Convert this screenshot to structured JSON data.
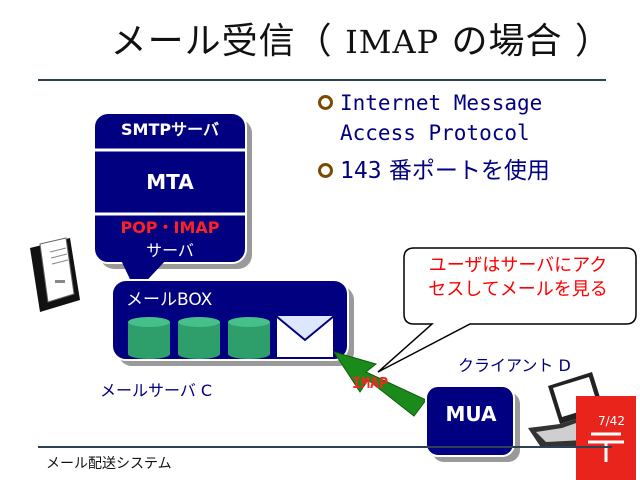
{
  "slide": {
    "title_prefix": "メール受信（ ",
    "title_protocol": "IMAP",
    "title_suffix": " の場合 ）",
    "footer": "メール配送システム",
    "page": "7/42"
  },
  "bullets": [
    {
      "line1": "Internet Message",
      "line2": "Access Protocol"
    },
    {
      "port": "143",
      "text": " 番ポートを使用"
    }
  ],
  "server": {
    "smtp_label": "SMTPサーバ",
    "mta_label": "MTA",
    "pop_imap_label": "POP・IMAP",
    "pop_imap_sub": "サーバ",
    "mailbox_label": "メールBOX",
    "mail_server_label": "メールサーバ C"
  },
  "client": {
    "client_label": "クライアント D",
    "mua_label": "MUA",
    "protocol_label": "IMAP"
  },
  "callout": {
    "line1": "ユーザはサーバにアク",
    "line2": "セスしてメールを見る"
  },
  "colors": {
    "navy": "#000080",
    "shadow": "#9a9a9a",
    "accent_red": "#ff0000",
    "arrow_green": "#1a8a1a",
    "cylinder_green": "#2e9e6a",
    "postbox_red": "#e8241c"
  },
  "icons": [
    "server-tower-icon",
    "laptop-icon",
    "postbox-icon",
    "envelope-icon",
    "mailbox-cylinder-icon"
  ]
}
